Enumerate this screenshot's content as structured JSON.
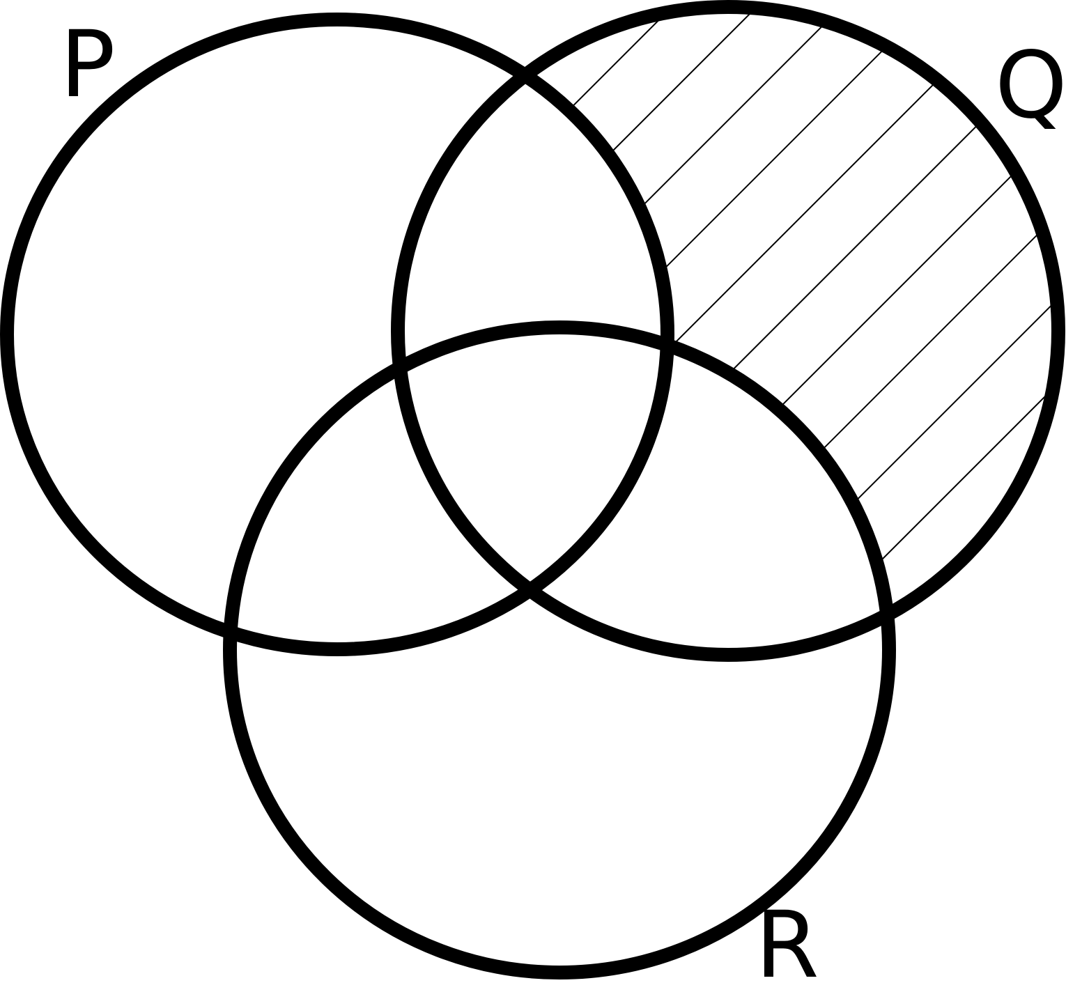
{
  "diagram": {
    "type": "venn",
    "sets": [
      {
        "id": "P",
        "label": "P"
      },
      {
        "id": "Q",
        "label": "Q"
      },
      {
        "id": "R",
        "label": "R"
      }
    ],
    "shaded_region": "Q only",
    "shading_style": "diagonal hatch",
    "colors": {
      "stroke": "#000000",
      "background": "#ffffff"
    }
  }
}
